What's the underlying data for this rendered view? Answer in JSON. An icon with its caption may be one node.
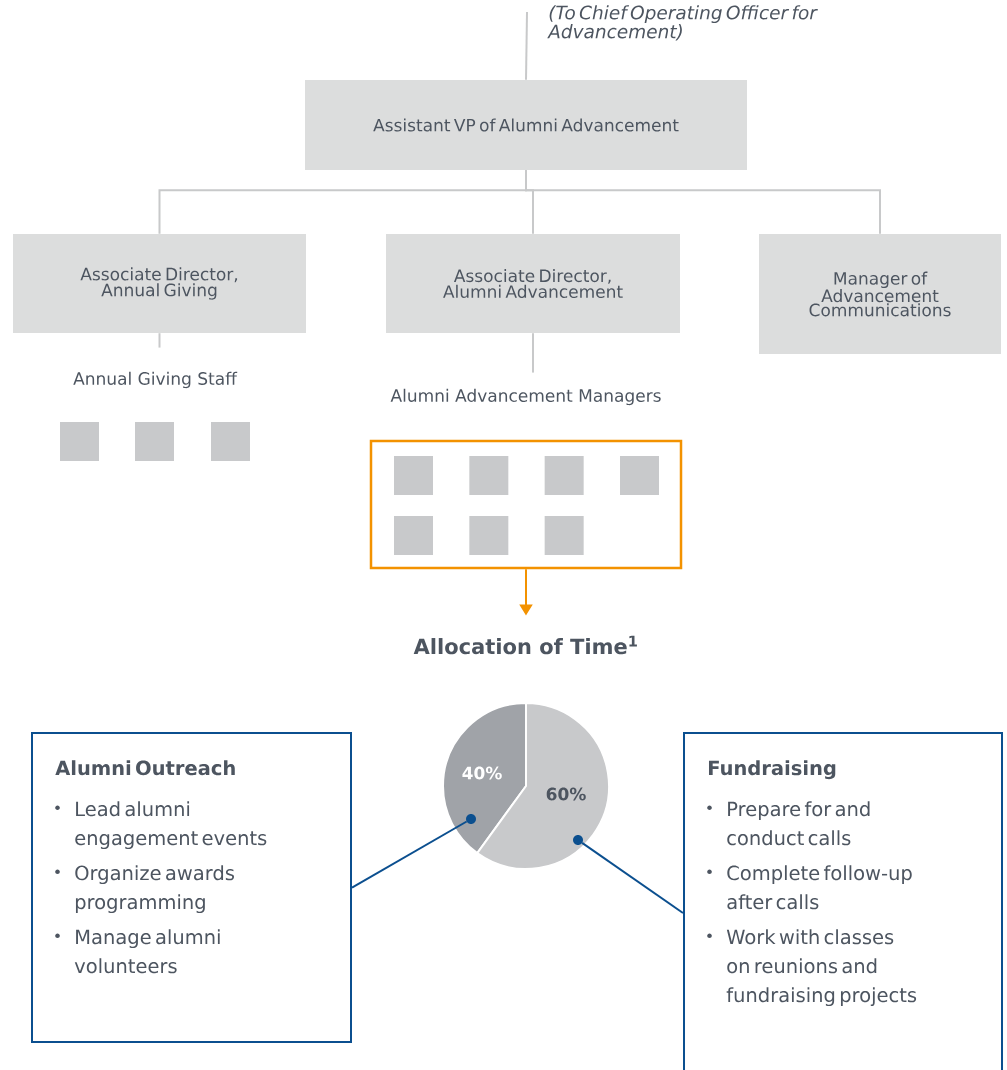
{
  "diagram": {
    "nodes": [
      {
        "text": [
          "(To Chief Operating Officer for Advancement)"
        ]
      },
      {
        "text": [
          "Assistant VP of Alumni Advancement"
        ]
      },
      {
        "text": [
          "Associate Director, Annual Giving"
        ]
      },
      {
        "text": [
          "Associate Director, Alumni Advancement"
        ]
      },
      {
        "text": [
          "Manager of Advancement Communications"
        ]
      },
      {
        "text": [
          "Annual Giving Staff"
        ]
      },
      {
        "text": [],
        "shape": "box"
      },
      {
        "text": [],
        "shape": "box"
      },
      {
        "text": [],
        "shape": "box"
      },
      {
        "text": [
          "Alumni Advancement Managers"
        ]
      },
      {
        "text": [],
        "shape": "box"
      },
      {
        "text": [],
        "shape": "box",
        "in": 10
      },
      {
        "text": [],
        "shape": "box",
        "in": 10
      },
      {
        "text": [],
        "shape": "box",
        "in": 10
      },
      {
        "text": [],
        "shape": "box",
        "in": 10
      },
      {
        "text": [],
        "shape": "box",
        "in": 10
      },
      {
        "text": [],
        "shape": "box",
        "in": 10
      },
      {
        "text": [],
        "shape": "box",
        "in": 10
      },
      {
        "text": [
          "Allocation of Time$^{1}$"
        ]
      },
      {
        "text": [
          "40%"
        ]
      },
      {
        "text": [
          "60%"
        ]
      },
      {
        "text": [
          "Alumni Outreach",
          "Lead alumni engagement events",
          "Organize awards programming",
          "Manage alumni volunteers"
        ]
      },
      {
        "text": [
          "Fundraising",
          "Prepare for and conduct calls",
          "Complete follow-up after calls",
          "Work with classes on reunions and fundraising projects"
        ]
      }
    ],
    "edges": [
      {
        "from": 0,
        "to": 1,
        "arrow": "none"
      },
      {
        "from": 1,
        "to": 2,
        "arrow": "none"
      },
      {
        "from": 1,
        "to": 3,
        "arrow": "none"
      },
      {
        "from": 1,
        "to": 4,
        "arrow": "none"
      },
      {
        "from": 2,
        "to": 5,
        "arrow": "none"
      },
      {
        "from": 3,
        "to": 9,
        "arrow": "none"
      },
      {
        "from": 10,
        "to": 18,
        "arrow": "to",
        "color": "#f39200"
      },
      {
        "from": 21,
        "to": 19,
        "arrow": "none",
        "color": "#0b4f8f"
      },
      {
        "from": 22,
        "to": 20,
        "arrow": "none",
        "color": "#0b4f8f"
      }
    ]
  }
}
